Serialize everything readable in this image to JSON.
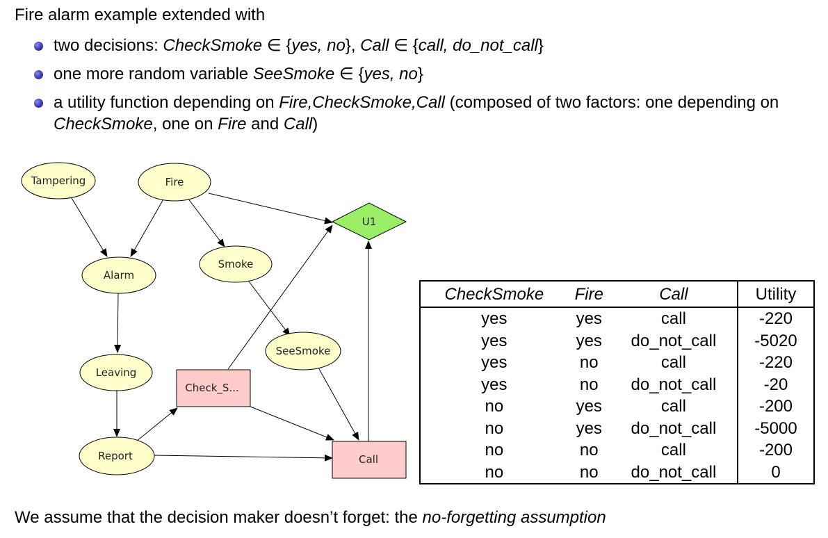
{
  "intro": "Fire alarm example extended with",
  "bullets": {
    "b1_pre": "two decisions: ",
    "b1_var1": "CheckSmoke",
    "b1_in1": " ∈ {",
    "b1_set1": "yes, no",
    "b1_mid": "}, ",
    "b1_var2": "Call",
    "b1_in2": " ∈ {",
    "b1_set2": "call, do_not_call",
    "b1_end": "}",
    "b2_pre": "one more random variable ",
    "b2_var": "SeeSmoke",
    "b2_in": " ∈ {",
    "b2_set": "yes, no",
    "b2_end": "}",
    "b3_pre": "a utility function depending on ",
    "b3_vars": "Fire,CheckSmoke,Call",
    "b3_mid": " (composed of two factors: one depending on ",
    "b3_var1": "CheckSmoke",
    "b3_mid2": ", one on ",
    "b3_var2": "Fire",
    "b3_and": " and ",
    "b3_var3": "Call",
    "b3_end": ")"
  },
  "network": {
    "colors": {
      "chance": "#ffffcc",
      "decision": "#ffcccc",
      "utility": "#99ee66"
    },
    "nodes": {
      "tampering": "Tampering",
      "fire": "Fire",
      "alarm": "Alarm",
      "smoke": "Smoke",
      "leaving": "Leaving",
      "seesmoke": "SeeSmoke",
      "report": "Report",
      "checksmoke": "Check_S...",
      "call": "Call",
      "u1": "U1"
    }
  },
  "table": {
    "headers": [
      "CheckSmoke",
      "Fire",
      "Call",
      "Utility"
    ],
    "rows": [
      [
        "yes",
        "yes",
        "call",
        "-220"
      ],
      [
        "yes",
        "yes",
        "do_not_call",
        "-5020"
      ],
      [
        "yes",
        "no",
        "call",
        "-220"
      ],
      [
        "yes",
        "no",
        "do_not_call",
        "-20"
      ],
      [
        "no",
        "yes",
        "call",
        "-200"
      ],
      [
        "no",
        "yes",
        "do_not_call",
        "-5000"
      ],
      [
        "no",
        "no",
        "call",
        "-200"
      ],
      [
        "no",
        "no",
        "do_not_call",
        "0"
      ]
    ]
  },
  "outro": {
    "pre": "We assume that the decision maker doesn’t forget: the ",
    "em": "no-forgetting assumption"
  }
}
